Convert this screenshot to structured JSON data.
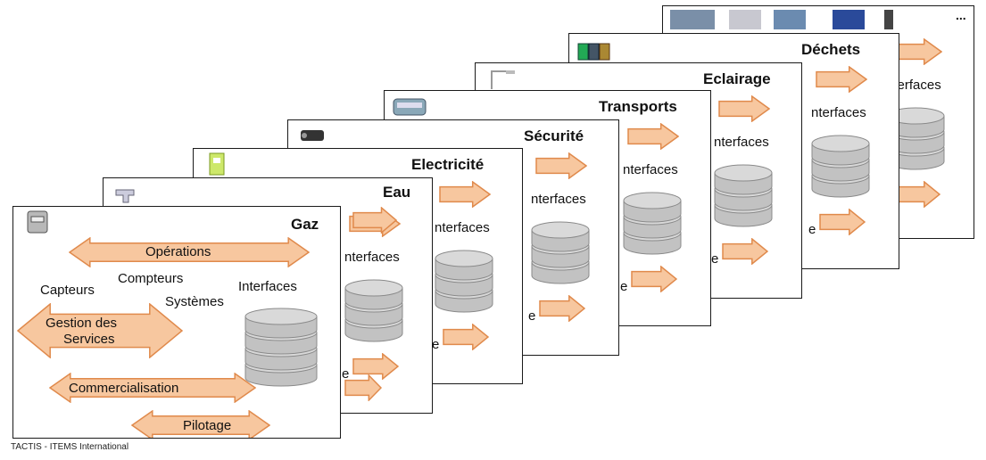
{
  "colors": {
    "arrow_fill": "#f7c79f",
    "arrow_stroke": "#e08a4c",
    "db_fill": "#d9d9d9",
    "db_stroke": "#8a8a8a",
    "card_border": "#1a1a1a"
  },
  "cards": [
    {
      "title": "...",
      "icon": "street-objects-icons"
    },
    {
      "title": "Déchets",
      "icon": "waste-bins-icon"
    },
    {
      "title": "Eclairage",
      "icon": "street-lamp-icon"
    },
    {
      "title": "Transports",
      "icon": "tram-icon"
    },
    {
      "title": "Sécurité",
      "icon": "security-camera-icon"
    },
    {
      "title": "Electricité",
      "icon": "electric-meter-icon"
    },
    {
      "title": "Eau",
      "icon": "water-tap-icon"
    },
    {
      "title": "Gaz",
      "icon": "gas-meter-icon"
    }
  ],
  "fragments": {
    "interfaces_partial": "nterfaces",
    "bottom_partial": "e"
  },
  "front": {
    "operations": "Opérations",
    "compteurs": "Compteurs",
    "capteurs": "Capteurs",
    "systemes": "Systèmes",
    "interfaces": "Interfaces",
    "gestion_line1": "Gestion des",
    "gestion_line2": "Services",
    "commercialisation": "Commercialisation",
    "pilotage": "Pilotage"
  },
  "footer": "TACTIS - ITEMS International"
}
